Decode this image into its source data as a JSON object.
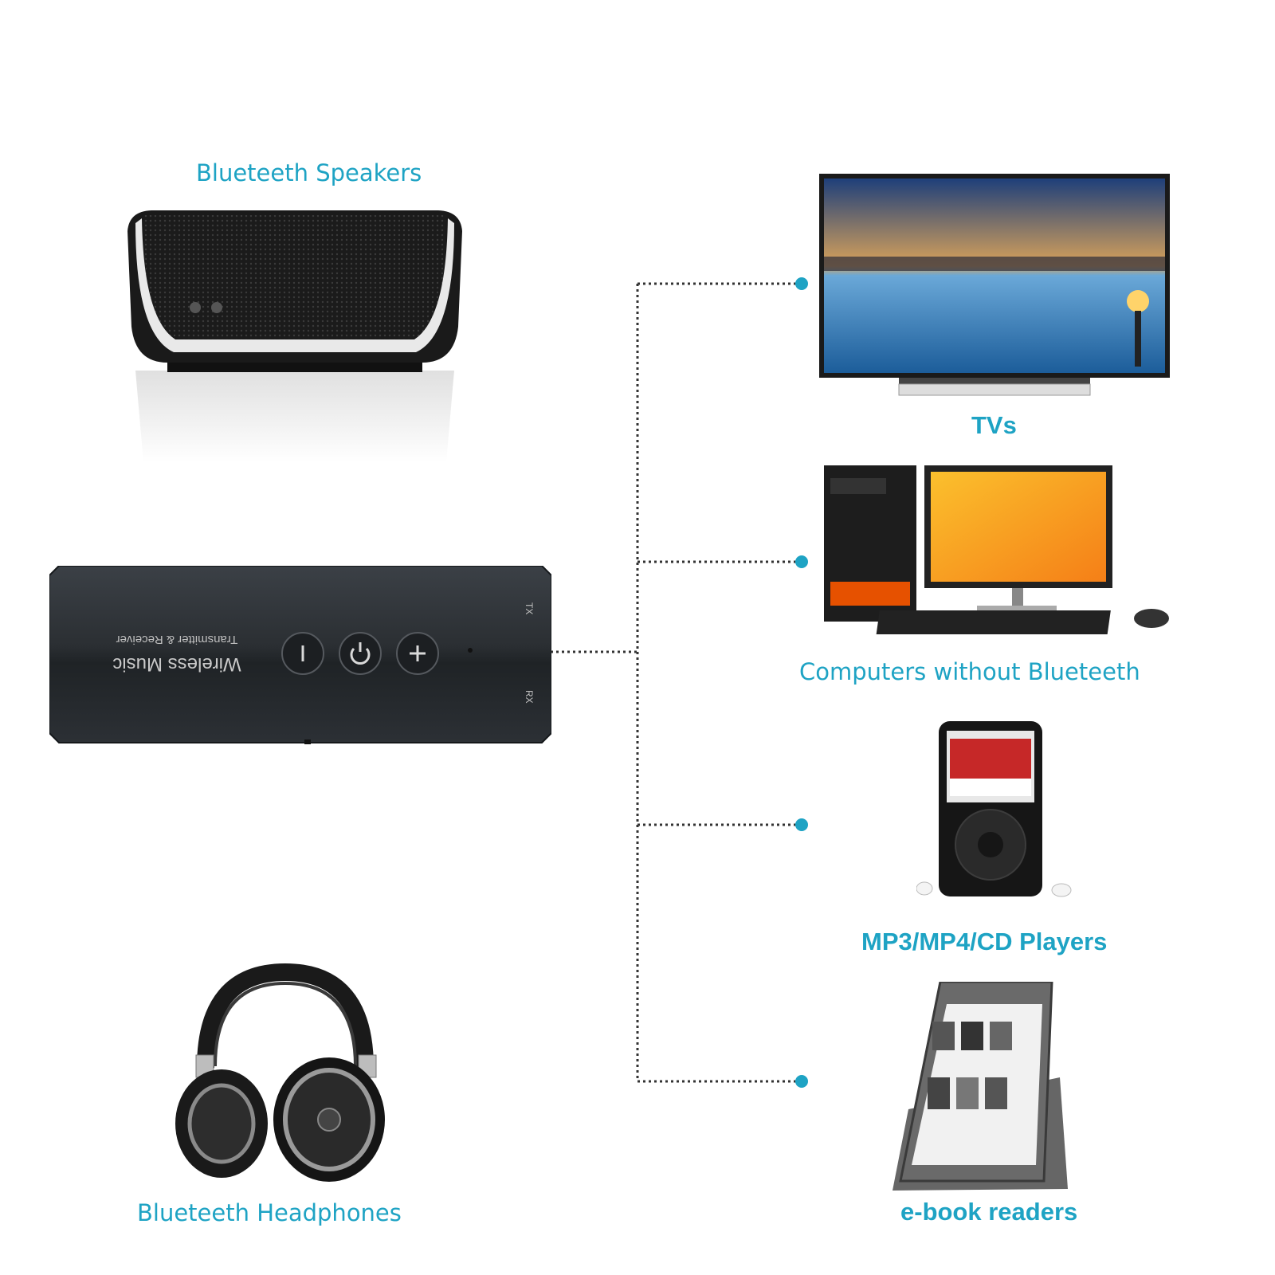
{
  "labels": {
    "speakers": "Blueteeth Speakers",
    "headphones": "Blueteeth Headphones",
    "tvs": "TVs",
    "computers": "Computers without Blueteeth",
    "players": "MP3/MP4/CD Players",
    "ebook": "e-book readers"
  },
  "device": {
    "title": "Wireless Music",
    "subtitle": "Transmitter & Receiver",
    "tx": "TX",
    "rx": "RX"
  },
  "colors": {
    "accent": "#1ea3c4",
    "device_body": "#2b2f33",
    "dot_line": "#333333"
  }
}
